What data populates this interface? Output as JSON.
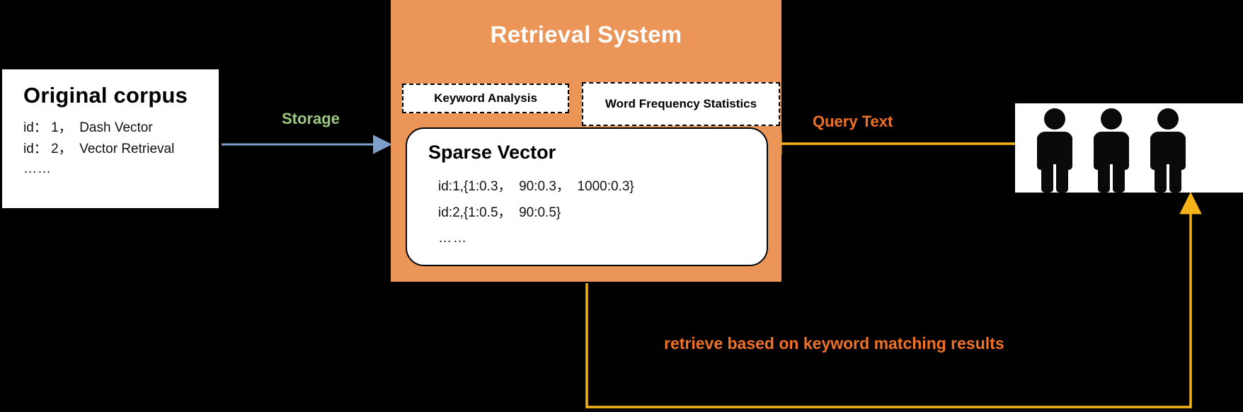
{
  "diagram": {
    "title": "Sparse vector retrieval system flow",
    "colors": {
      "panel_orange": "#eb9558",
      "accent_orange": "#ef7128",
      "arrow_yellow": "#f5b318",
      "arrow_blue": "#7e9fc9",
      "storage_green": "#9cc881",
      "card_white": "#ffffff",
      "background": "#000000"
    }
  },
  "corpus": {
    "title": "Original corpus",
    "lines": [
      "id： 1，  Dash Vector",
      "id： 2，  Vector Retrieval"
    ],
    "ellipsis": "……"
  },
  "retrieval_system": {
    "title": "Retrieval System",
    "modules": [
      {
        "name": "keyword-analysis",
        "label": "Keyword Analysis"
      },
      {
        "name": "word-frequency-statistics",
        "label": "Word Frequency Statistics"
      }
    ],
    "sparse_vector": {
      "title": "Sparse Vector",
      "entries": [
        "id:1,{1:0.3，  90:0.3，  1000:0.3}",
        "id:2,{1:0.5，  90:0.5}"
      ],
      "ellipsis": "……"
    }
  },
  "flows": {
    "storage_label": "Storage",
    "query_label": "Query Text",
    "retrieve_label": "retrieve based on keyword matching results"
  },
  "users": {
    "icon": "people-group-icon",
    "count": 3
  }
}
